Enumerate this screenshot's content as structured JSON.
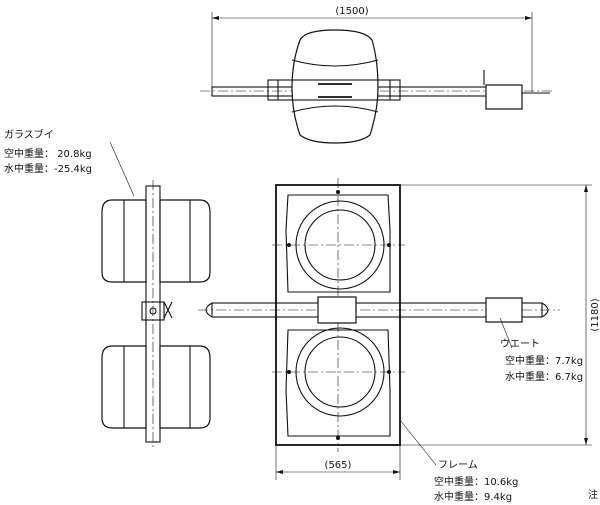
{
  "dimensions": {
    "top_width": "(1500)",
    "height": "(1180)",
    "frame_width": "(565)"
  },
  "glass_buoy": {
    "name": "ガラスブイ",
    "air_weight": "空中重量： 20.8kg",
    "water_weight": "水中重量：-25.4kg"
  },
  "weight_part": {
    "name": "ウエート",
    "air_weight": "空中重量：7.7kg",
    "water_weight": "水中重量：6.7kg"
  },
  "frame_part": {
    "name": "フレーム",
    "air_weight": "空中重量：10.6kg",
    "water_weight": "水中重量：9.4kg"
  },
  "corner_mark": "注"
}
